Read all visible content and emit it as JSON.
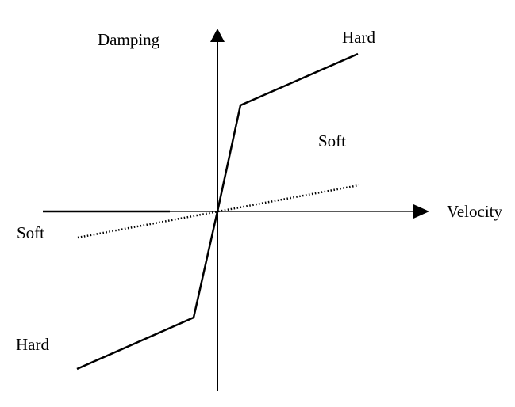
{
  "diagram": {
    "axes": {
      "x_label": "Velocity",
      "y_label": "Damping"
    },
    "curves": {
      "hard": {
        "upper_label": "Hard",
        "lower_label": "Hard",
        "line_style": "solid"
      },
      "soft": {
        "upper_label": "Soft",
        "lower_label": "Soft",
        "line_style": "dotted"
      }
    },
    "colors": {
      "background": "#ffffff",
      "lines": "#000000"
    }
  }
}
